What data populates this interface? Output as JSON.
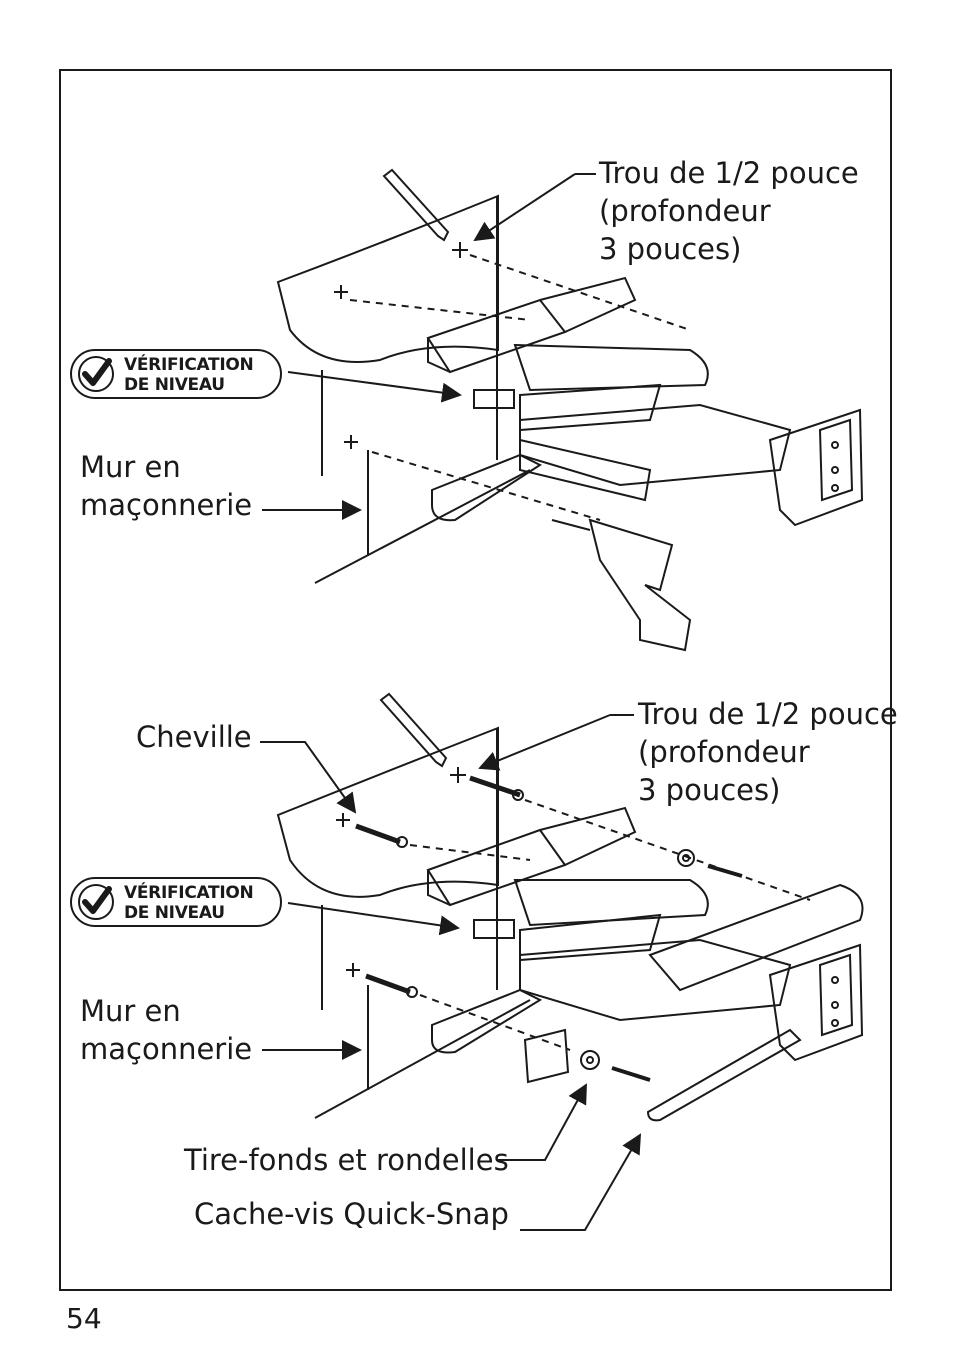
{
  "page_number": "54",
  "top_diagram": {
    "hole_label": [
      "Trou de 1/2 pouce",
      "(profondeur",
      "3 pouces)"
    ],
    "level_badge": [
      "VÉRIFICATION",
      "DE NIVEAU"
    ],
    "wall_label": [
      "Mur en",
      "maçonnerie"
    ]
  },
  "bottom_diagram": {
    "anchor_label": "Cheville",
    "hole_label": [
      "Trou de 1/2 pouce",
      "(profondeur",
      "3 pouces)"
    ],
    "level_badge": [
      "VÉRIFICATION",
      "DE NIVEAU"
    ],
    "wall_label": [
      "Mur en",
      "maçonnerie"
    ],
    "lag_bolts_label": "Tire-fonds et rondelles",
    "cover_label": "Cache-vis Quick-Snap"
  }
}
